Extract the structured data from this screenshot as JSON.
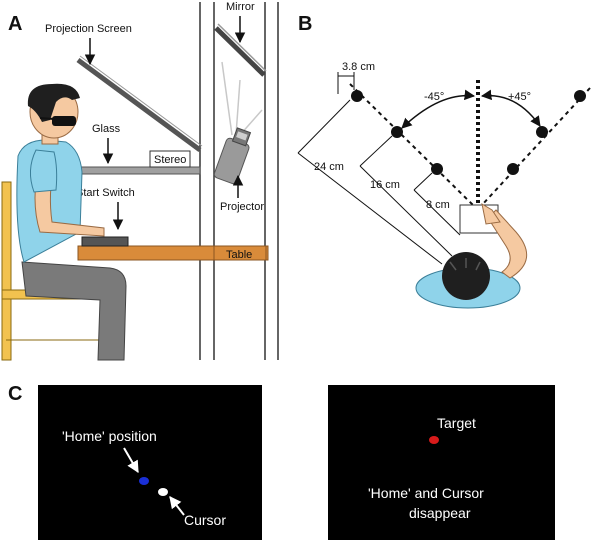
{
  "panels": {
    "a": "A",
    "b": "B",
    "c": "C"
  },
  "setup": {
    "projection_screen": "Projection Screen",
    "mirror": "Mirror",
    "glass": "Glass",
    "stereo": "Stereo",
    "start_switch": "Start Switch",
    "projector": "Projector",
    "table": "Table"
  },
  "targets": {
    "angle_left": "-45°",
    "angle_right": "+45°",
    "target_size": "3.8 cm",
    "dist_far": "24 cm",
    "dist_mid": "16 cm",
    "dist_near": "8 cm"
  },
  "screens": {
    "home_position": "'Home' position",
    "cursor": "Cursor",
    "target": "Target",
    "disappear_line1": "'Home' and Cursor",
    "disappear_line2": "disappear"
  },
  "colors": {
    "skin": "#f5c9a1",
    "shirt": "#8fd3ea",
    "pants": "#7a7a7a",
    "chair": "#f2c24f",
    "table": "#d98b3a",
    "home_dot": "#1a2fd6",
    "target_dot": "#d81b1b",
    "screen_bg": "#000000"
  }
}
